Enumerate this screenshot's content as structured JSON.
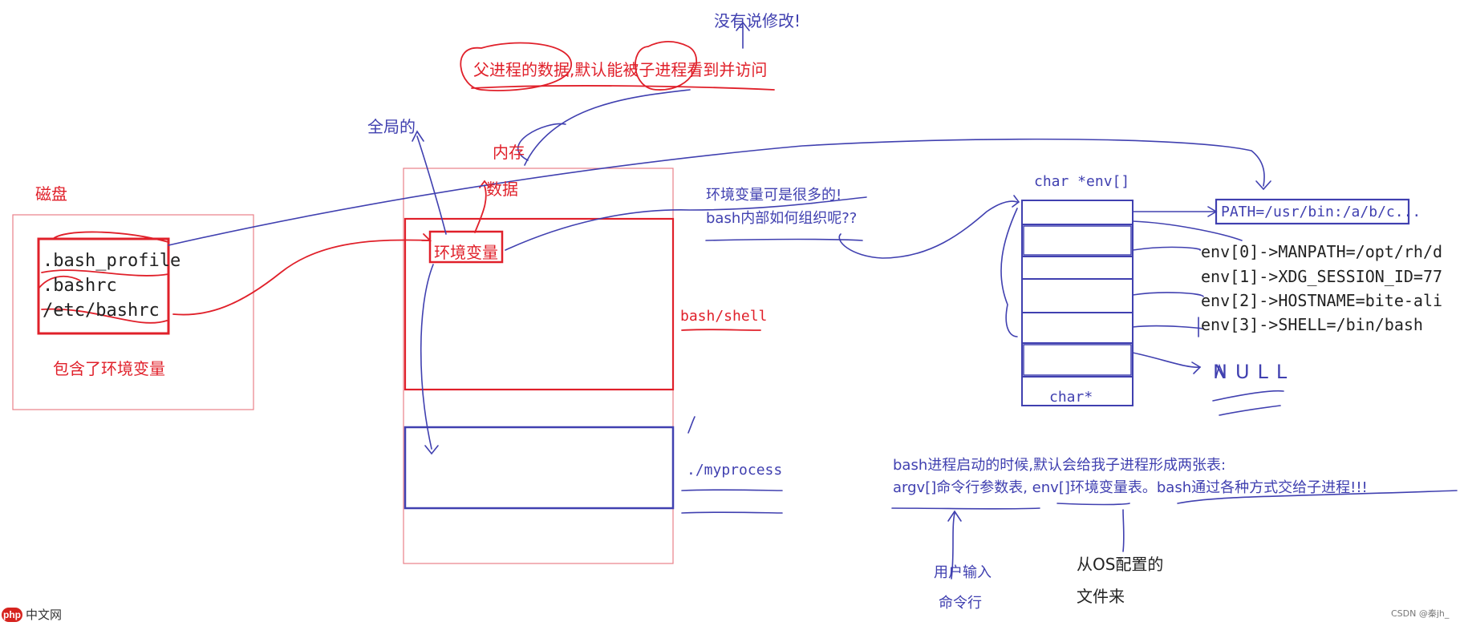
{
  "colors": {
    "red": "#e0202a",
    "blue": "#4040b0",
    "black": "#222222"
  },
  "annotations": {
    "not_said_modify": "没有说修改!",
    "parent_data_note": "父进程的数据,默认能被子进程看到并访问",
    "global": "全局的",
    "memory": "内存",
    "data": "数据",
    "disk": "磁盘",
    "contains_env": "包含了环境变量",
    "env_var": "环境变量",
    "bash_shell": "bash/shell",
    "myprocess": "./myprocess",
    "many_envs_line1": "环境变量可是很多的!",
    "many_envs_line2": "bash内部如何组织呢??",
    "bash_start_line1": "bash进程启动的时候,默认会给我子进程形成两张表:",
    "bash_start_line2": "argv[]命令行参数表, env[]环境变量表。bash通过各种方式交给子进程!!!",
    "user_input": "用户输入",
    "command_line": "命令行",
    "from_os_line1": "从OS配置的",
    "from_os_line2": "文件来"
  },
  "files": {
    "bash_profile": ".bash_profile",
    "bashrc": ".bashrc",
    "etc_bashrc": "/etc/bashrc"
  },
  "env_table": {
    "title": "char *env[]",
    "last_cell": "char*",
    "path_entry": "PATH=/usr/bin:/a/b/c...",
    "entries": [
      "env[0]->MANPATH=/opt/rh/d",
      "env[1]->XDG_SESSION_ID=77",
      "env[2]->HOSTNAME=bite-ali",
      "env[3]->SHELL=/bin/bash"
    ],
    "null_label": "NULL"
  },
  "watermarks": {
    "bottom_left": "中文网",
    "bottom_left_badge": "php",
    "bottom_right": "CSDN @秦jh_"
  }
}
